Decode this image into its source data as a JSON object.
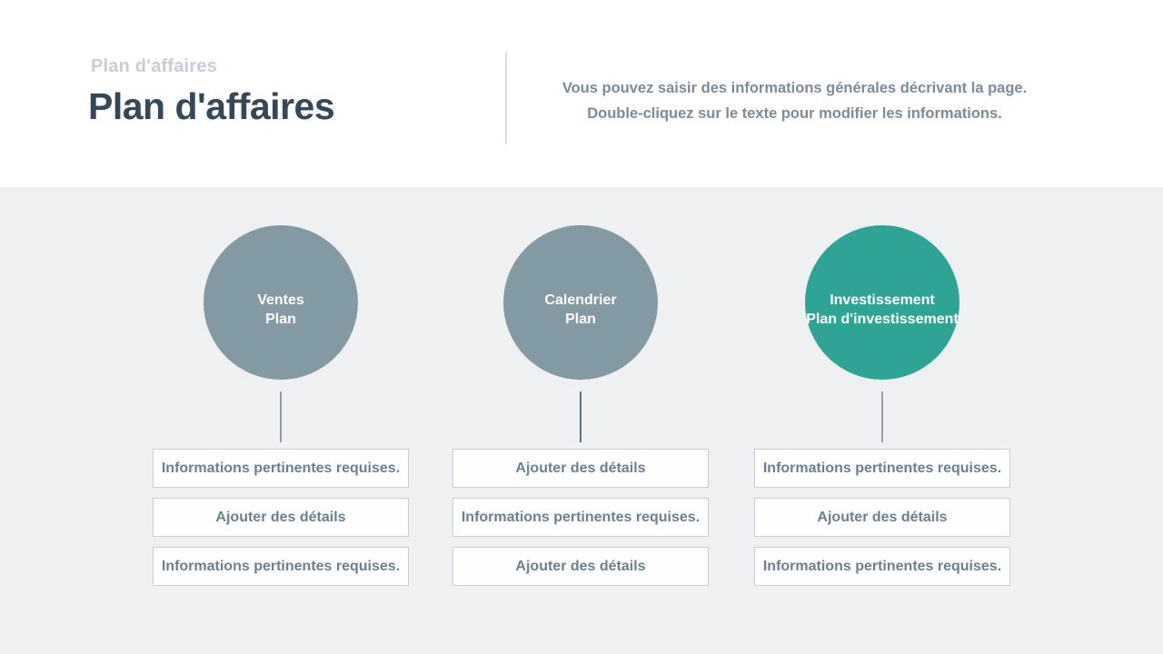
{
  "slide": {
    "kicker": "Plan d'affaires",
    "title": "Plan d'affaires",
    "description": [
      "Vous pouvez saisir des informations générales décrivant la page.",
      "Double-cliquez sur le texte pour modifier les informations."
    ]
  },
  "columns": [
    {
      "circle": {
        "line1": "Ventes",
        "line2": "Plan",
        "color": "#8399A3"
      },
      "connector_color": "#8F9BA1",
      "boxes": [
        "Informations pertinentes requises.",
        "Ajouter des détails",
        "Informations pertinentes requises."
      ]
    },
    {
      "circle": {
        "line1": "Calendrier",
        "line2": "Plan",
        "color": "#8399A3"
      },
      "connector_color": "#5E7472",
      "boxes": [
        "Ajouter des détails",
        "Informations pertinentes requises.",
        "Ajouter des détails"
      ]
    },
    {
      "circle": {
        "line1": "Investissement",
        "line2": "Plan d'investissement",
        "color": "#2EA496"
      },
      "connector_color": "#9AA0A6",
      "boxes": [
        "Informations pertinentes requises.",
        "Ajouter des détails",
        "Informations pertinentes requises."
      ]
    }
  ],
  "colors": {
    "header_bg": "#FFFFFF",
    "body_bg": "#EFF0F2",
    "title": "#33495A",
    "kicker": "#C6CED6",
    "description": "#7B8B98",
    "divider": "#DBDEE0",
    "circle_slate": "#8399A3",
    "circle_teal": "#2EA496",
    "circle_text": "#FFFFFF",
    "box_border": "#C8CDD2",
    "box_text": "#69808E"
  }
}
